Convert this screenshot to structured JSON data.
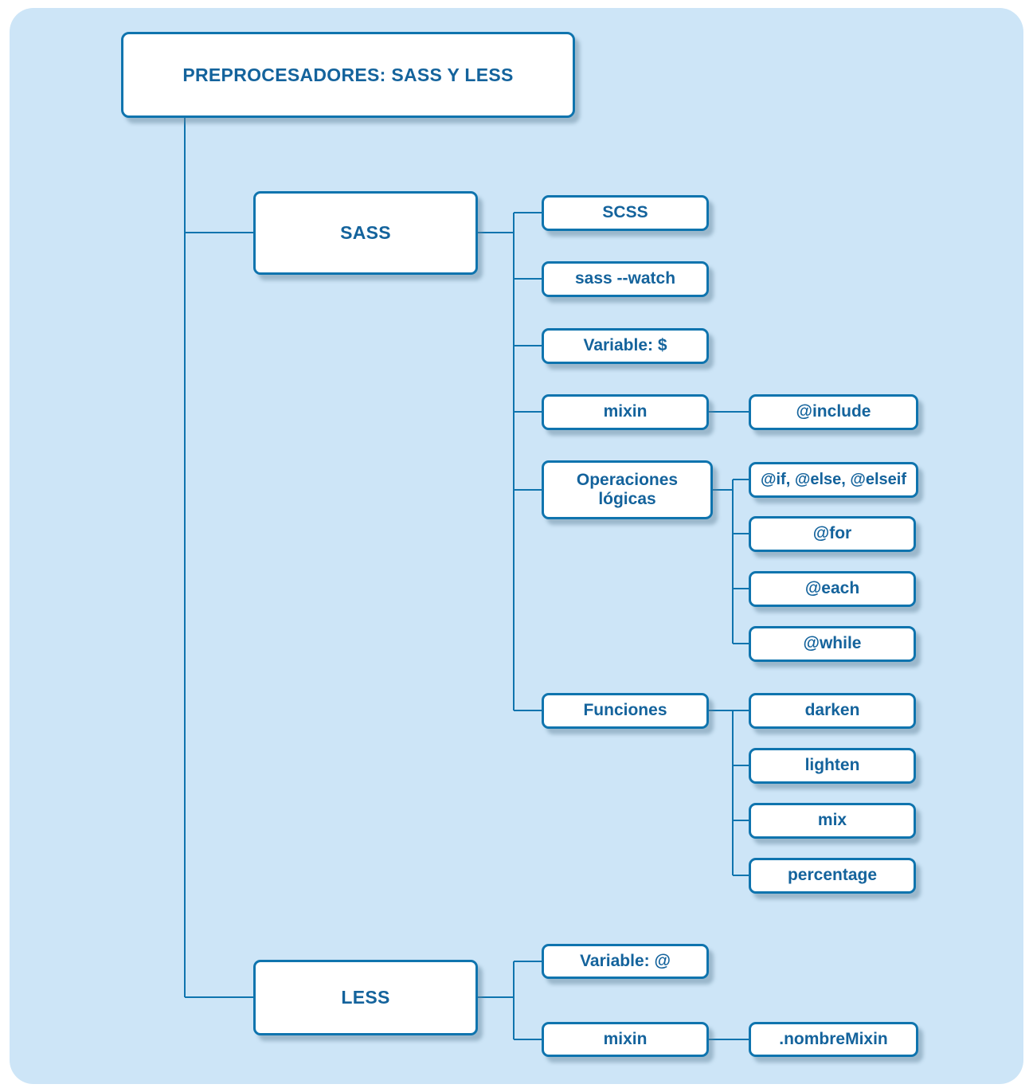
{
  "diagram": {
    "title": "PREPROCESADORES: SASS Y LESS",
    "colors": {
      "panel_background": "#cde5f7",
      "box_fill": "#ffffff",
      "box_border": "#0f74ae",
      "text": "#14639c",
      "connector": "#0f74ae",
      "shadow": "rgba(96,128,150,0.45)"
    },
    "nodes": {
      "root": {
        "label": "PREPROCESADORES: SASS Y LESS"
      },
      "sass": {
        "label": "SASS"
      },
      "scss": {
        "label": "SCSS"
      },
      "watch": {
        "label": "sass --watch"
      },
      "variable_dollar": {
        "label": "Variable: $"
      },
      "mixin_sass": {
        "label": "mixin"
      },
      "include": {
        "label": "@include"
      },
      "operaciones": {
        "label": "Operaciones lógicas"
      },
      "if_else": {
        "label": "@if, @else, @elseif"
      },
      "for": {
        "label": "@for"
      },
      "each": {
        "label": "@each"
      },
      "while": {
        "label": "@while"
      },
      "funciones": {
        "label": "Funciones"
      },
      "darken": {
        "label": "darken"
      },
      "lighten": {
        "label": "lighten"
      },
      "mix": {
        "label": "mix"
      },
      "percentage": {
        "label": "percentage"
      },
      "less": {
        "label": "LESS"
      },
      "variable_at": {
        "label": "Variable: @"
      },
      "mixin_less": {
        "label": "mixin"
      },
      "nombremixin": {
        "label": ".nombreMixin"
      }
    }
  }
}
